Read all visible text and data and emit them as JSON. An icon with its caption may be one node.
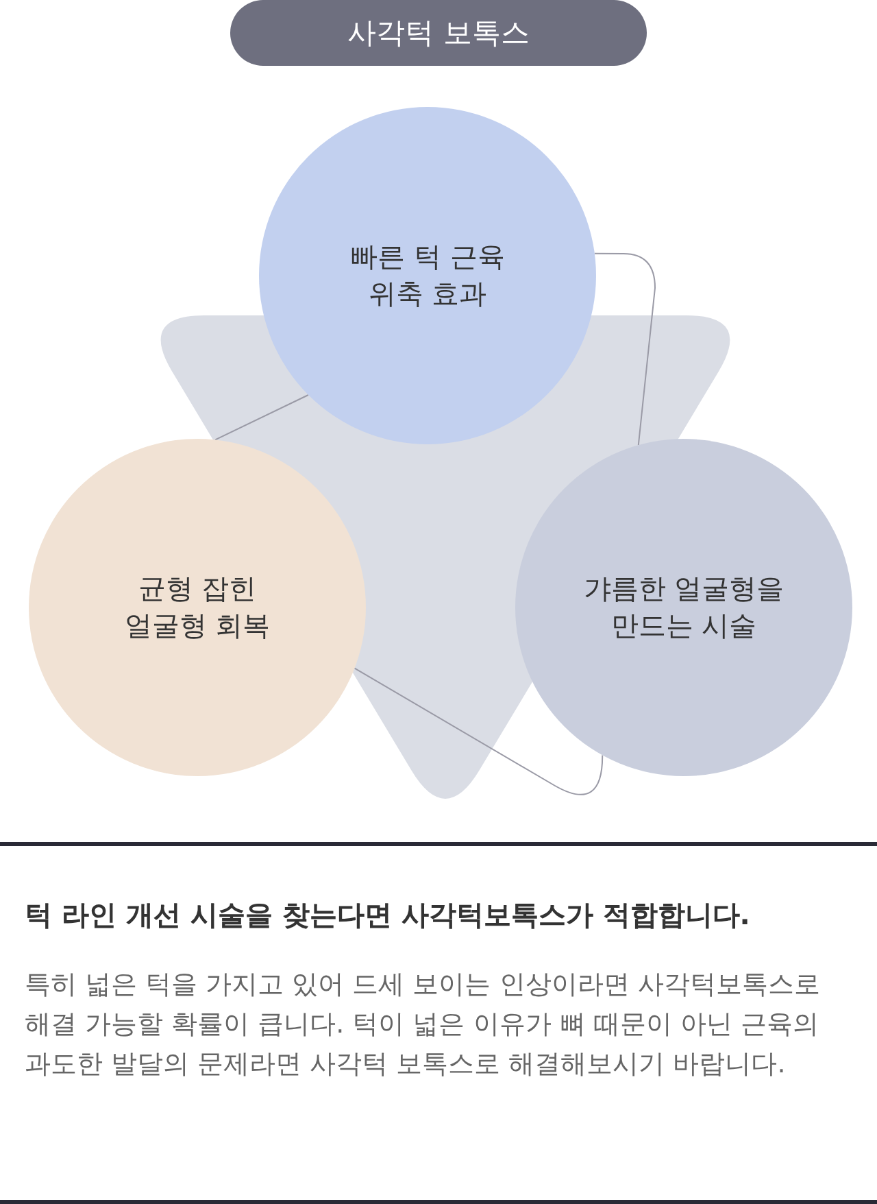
{
  "diagram": {
    "title": "사각턱 보톡스",
    "nodes": [
      {
        "text": [
          "빠른 턱 근육 위축 효과"
        ]
      },
      {
        "text": [
          "균형 잡힌 얼굴형 회복"
        ]
      },
      {
        "text": [
          "갸름한 얼굴형을 만드는 시술"
        ]
      }
    ],
    "edges": [
      {
        "from": 0,
        "to": 2,
        "arrow": "none"
      },
      {
        "from": 2,
        "to": 1,
        "arrow": "none"
      },
      {
        "from": 1,
        "to": 0,
        "arrow": "none"
      }
    ],
    "labels": [
      "턱 라인 개선 시술을 찾는다면 사각턱보톡스가 적합합니다.",
      "특히 넓은 턱을 가지고 있어 드세 보이는 인상이라면 사각턱보톡스로 해결 가능할 확률이 큽니다. 턱이 넓은 이유가 뼈 때문이 아닌 근육의 과도한 발달의 문제라면 사각턱 보톡스로 해결해보시기 바랍니다."
    ]
  }
}
